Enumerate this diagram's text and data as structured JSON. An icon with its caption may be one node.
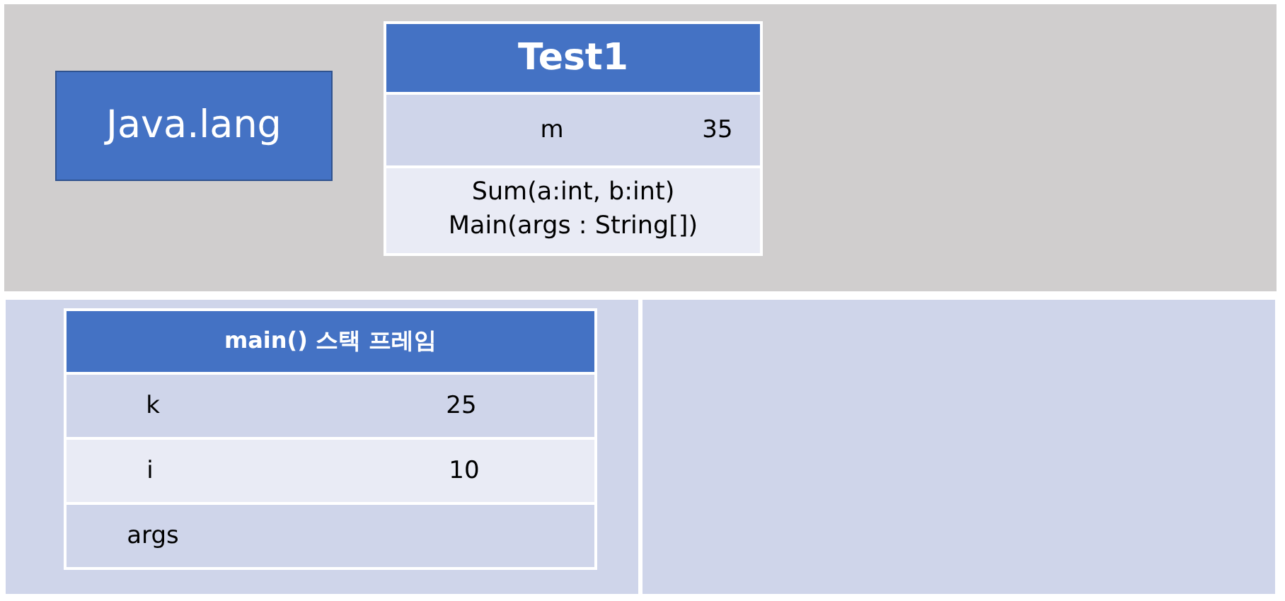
{
  "diagram": {
    "nodes": [
      {
        "text": [],
        "shape": "box"
      },
      {
        "text": [
          "Java.lang"
        ],
        "in": 0
      },
      {
        "text": [
          "Test1",
          "m",
          "35",
          "Sum(a:int, b:int)",
          "Main(args : String[])"
        ],
        "in": 0
      },
      {
        "text": [],
        "shape": "box"
      },
      {
        "text": [
          "main() 스택 프레임",
          "k",
          "25",
          "i",
          "10",
          "args"
        ],
        "in": 3
      },
      {
        "text": [],
        "shape": "box"
      }
    ]
  }
}
